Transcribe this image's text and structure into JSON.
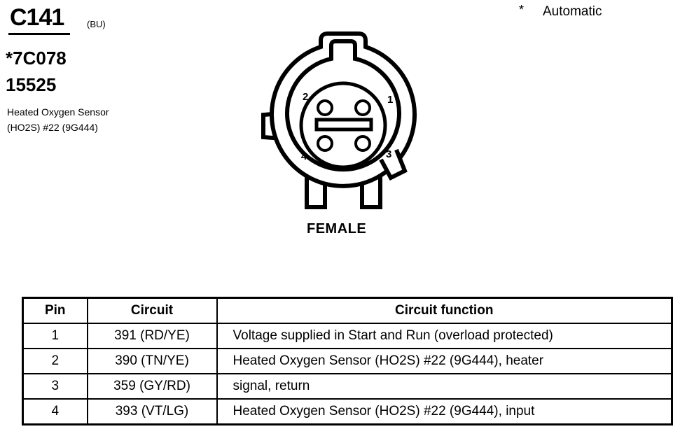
{
  "connector": {
    "id": "C141",
    "color_code": "(BU)",
    "part_numbers": [
      "*7C078",
      "15525"
    ],
    "description_lines": [
      "Heated Oxygen Sensor",
      "(HO2S) #22 (9G444)"
    ],
    "gender": "FEMALE",
    "pin_labels": [
      "1",
      "2",
      "3",
      "4"
    ]
  },
  "legend": {
    "symbol": "*",
    "text": "Automatic"
  },
  "table": {
    "headers": {
      "pin": "Pin",
      "circuit": "Circuit",
      "function": "Circuit function"
    },
    "rows": [
      {
        "pin": "1",
        "circuit": "391 (RD/YE)",
        "function": "Voltage supplied in Start and Run (overload protected)"
      },
      {
        "pin": "2",
        "circuit": "390 (TN/YE)",
        "function": "Heated Oxygen Sensor (HO2S) #22 (9G444), heater"
      },
      {
        "pin": "3",
        "circuit": "359 (GY/RD)",
        "function": "signal, return"
      },
      {
        "pin": "4",
        "circuit": "393 (VT/LG)",
        "function": "Heated Oxygen Sensor (HO2S) #22 (9G444), input"
      }
    ]
  }
}
